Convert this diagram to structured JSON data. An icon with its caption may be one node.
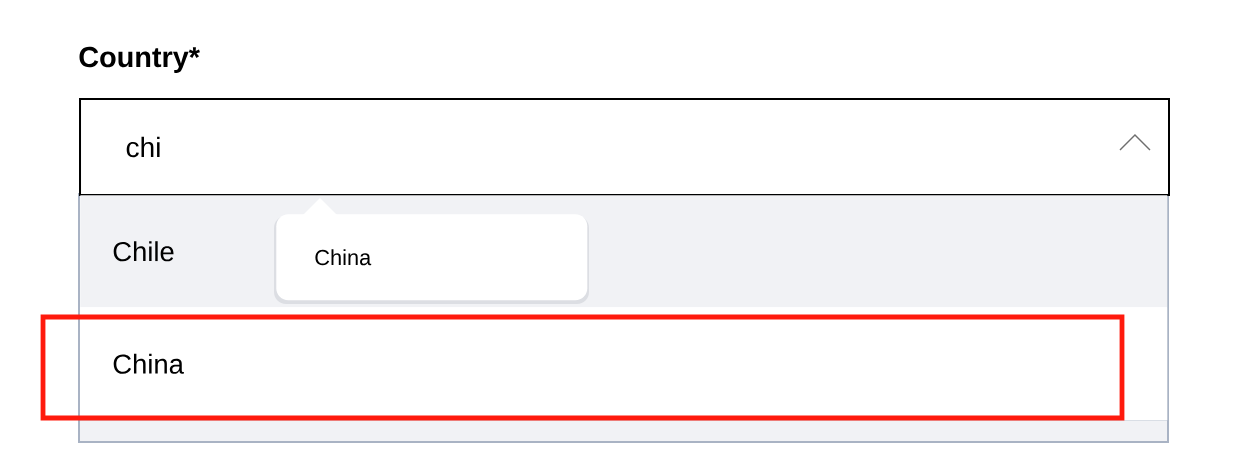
{
  "diagram": {
    "nodes": [
      {
        "text": [
          "chi"
        ]
      },
      {
        "text": [
          "Chile"
        ]
      },
      {
        "text": [
          "China"
        ]
      },
      {
        "text": [
          "China"
        ],
        "in": 1
      }
    ],
    "labels": [
      "Country*"
    ]
  }
}
